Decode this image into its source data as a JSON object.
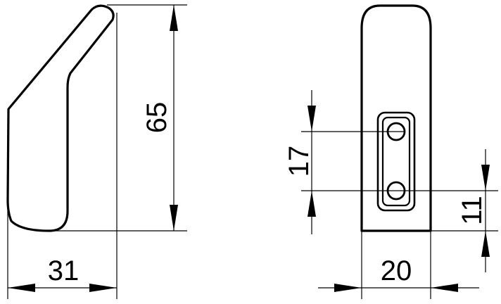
{
  "dimensions": {
    "side_height": "65",
    "side_depth": "31",
    "front_width": "20",
    "hole_spacing": "17",
    "hole_offset": "11"
  },
  "colors": {
    "line": "#000000",
    "background": "#ffffff"
  }
}
